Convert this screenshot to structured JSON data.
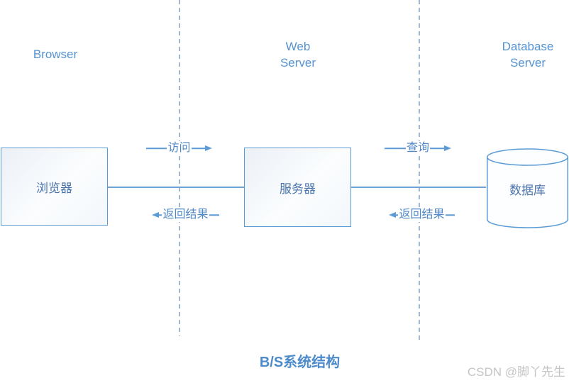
{
  "diagram": {
    "title": "B/S系统结构",
    "watermark": "CSDN @脚丫先生",
    "lane_headers": [
      {
        "lines": [
          "Browser"
        ]
      },
      {
        "lines": [
          "Web",
          "Server"
        ]
      },
      {
        "lines": [
          "Database",
          "Server"
        ]
      }
    ],
    "nodes": [
      {
        "id": "browser",
        "label": "浏览器",
        "shape": "rectangle"
      },
      {
        "id": "web-server",
        "label": "服务器",
        "shape": "rectangle"
      },
      {
        "id": "database",
        "label": "数据库",
        "shape": "cylinder"
      }
    ],
    "flows": [
      {
        "from": "browser",
        "to": "web-server",
        "label": "访问",
        "direction": "right"
      },
      {
        "from": "web-server",
        "to": "browser",
        "label": "返回结果",
        "direction": "left"
      },
      {
        "from": "web-server",
        "to": "database",
        "label": "查询",
        "direction": "right"
      },
      {
        "from": "database",
        "to": "web-server",
        "label": "返回结果",
        "direction": "left"
      }
    ],
    "colors": {
      "shape_border": "#5b9bd5",
      "arrow": "#5b9bd5",
      "node_text": "#4a74ac",
      "header_text": "#5593d1",
      "flow_label_text": "#4e87c5",
      "title_text": "#4d8bca",
      "divider": "#a3b8cf",
      "watermark_text": "#c5c5c5"
    }
  }
}
